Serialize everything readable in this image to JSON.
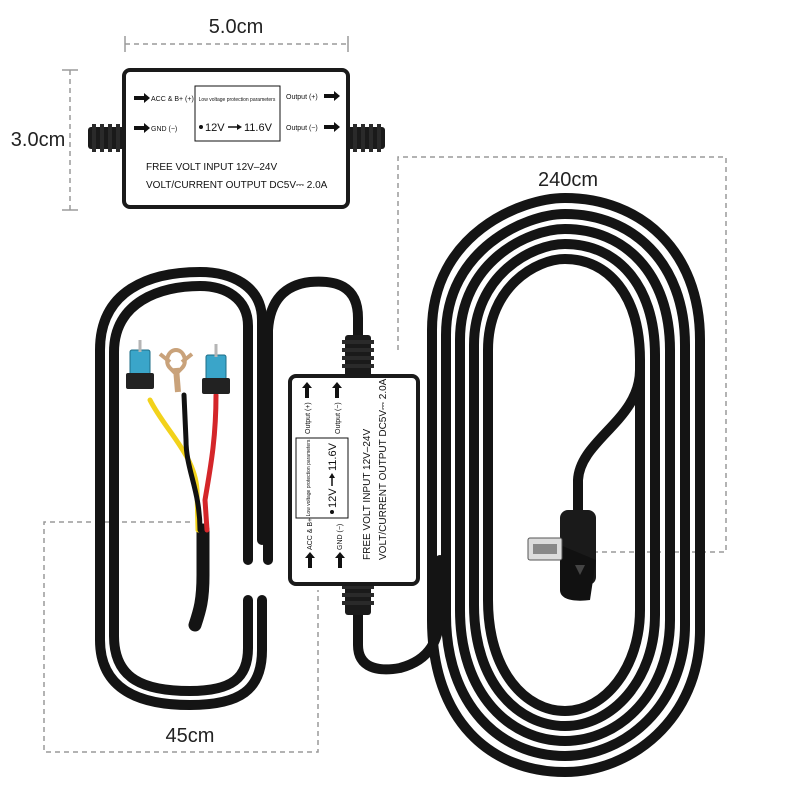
{
  "dimensions": {
    "width": "5.0cm",
    "height": "3.0cm",
    "main_cable": "240cm",
    "input_cable": "45cm"
  },
  "module": {
    "acc_label": "ACC & B+ (+)",
    "gnd_label": "GND (−)",
    "output_pos_label": "Output (+)",
    "output_neg_label": "Output (−)",
    "protection_label": "Low voltage protection parameters",
    "voltage_from": "12V",
    "voltage_to": "11.6V",
    "input_line": "FREE VOLT INPUT  12V–24V",
    "output_line": "VOLT/CURRENT OUTPUT  DC5V⎓ 2.0A"
  },
  "colors": {
    "cable": "#111111",
    "wire_yellow": "#f2d21b",
    "wire_red": "#d4262a",
    "fuse_blue": "#3aa5c9",
    "terminal_copper": "#c9a27a"
  }
}
